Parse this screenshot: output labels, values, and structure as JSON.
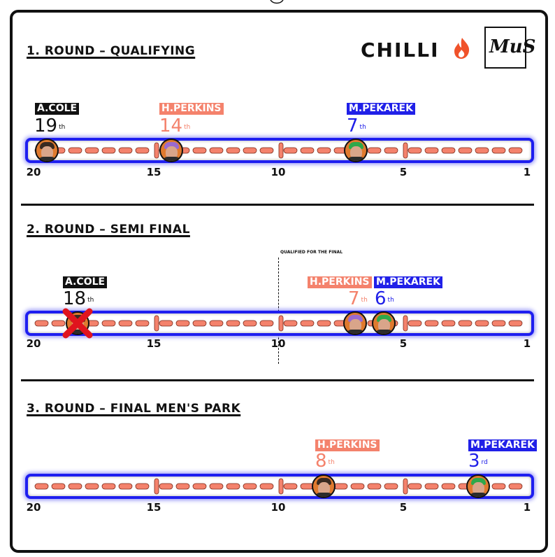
{
  "logos": {
    "chilli": "CHILLI",
    "mus": "MuS",
    "flame_color": "#f0522a"
  },
  "qualified_label": "QUALIFIED FOR THE FINAL",
  "rounds": [
    {
      "title": "1. ROUND – QUALIFYING",
      "ticks": [
        "20",
        "15",
        "10",
        "5",
        "1"
      ],
      "riders": [
        {
          "name": "A.COLE",
          "place": "19",
          "suffix": "th",
          "tag_color": "#111111",
          "text_color": "#111111",
          "eliminated": false
        },
        {
          "name": "H.PERKINS",
          "place": "14",
          "suffix": "th",
          "tag_color": "#f4826c",
          "text_color": "#f4826c",
          "eliminated": false
        },
        {
          "name": "M.PEKAREK",
          "place": "7",
          "suffix": "th",
          "tag_color": "#2020e8",
          "text_color": "#2020e8",
          "eliminated": false
        }
      ]
    },
    {
      "title": "2. ROUND – SEMI FINAL",
      "ticks": [
        "20",
        "15",
        "10",
        "5",
        "1"
      ],
      "riders": [
        {
          "name": "A.COLE",
          "place": "18",
          "suffix": "th",
          "tag_color": "#111111",
          "text_color": "#111111",
          "eliminated": true
        },
        {
          "name": "H.PERKINS",
          "place": "7",
          "suffix": "th",
          "tag_color": "#f4826c",
          "text_color": "#f4826c",
          "eliminated": false
        },
        {
          "name": "M.PEKAREK",
          "place": "6",
          "suffix": "th",
          "tag_color": "#2020e8",
          "text_color": "#2020e8",
          "eliminated": false
        }
      ]
    },
    {
      "title": "3. ROUND – FINAL MEN'S PARK",
      "ticks": [
        "20",
        "15",
        "10",
        "5",
        "1"
      ],
      "riders": [
        {
          "name": "H.PERKINS",
          "place": "8",
          "suffix": "th",
          "tag_color": "#f4826c",
          "text_color": "#f4826c",
          "eliminated": false
        },
        {
          "name": "M.PEKAREK",
          "place": "3",
          "suffix": "rd",
          "tag_color": "#2020e8",
          "text_color": "#2020e8",
          "eliminated": false
        }
      ]
    }
  ],
  "colors": {
    "track_border": "#1e1ef0",
    "segment": "#f4826c",
    "marker_bg": "#e07a2e",
    "x_mark": "#e0141e"
  }
}
